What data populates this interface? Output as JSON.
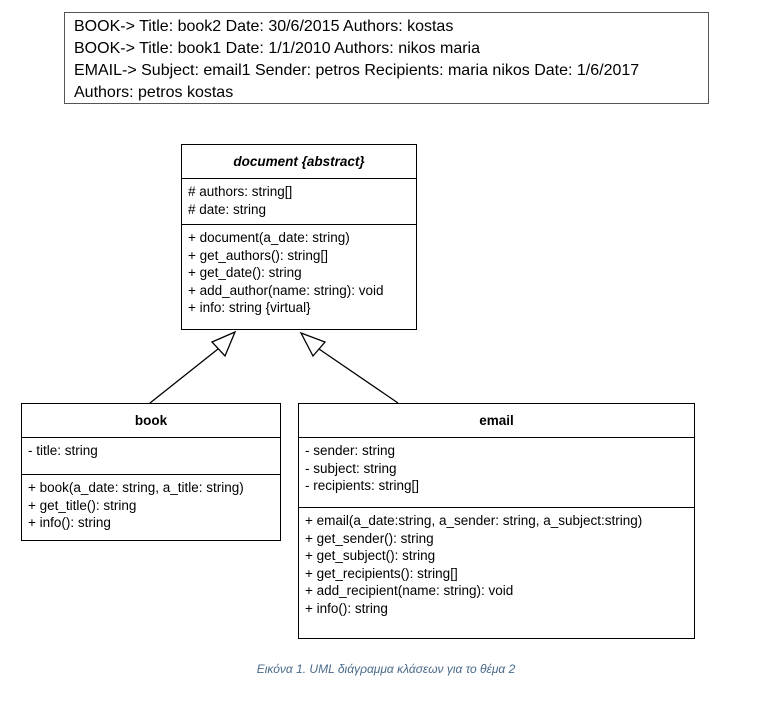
{
  "output": {
    "lines": [
      "BOOK-> Title: book2 Date: 30/6/2015 Authors: kostas",
      "BOOK-> Title: book1 Date: 1/1/2010 Authors: nikos maria",
      "EMAIL-> Subject: email1 Sender: petros Recipients: maria nikos Date: 1/6/2017",
      "Authors: petros kostas"
    ]
  },
  "classes": {
    "document": {
      "name": "document {abstract}",
      "attributes": [
        "# authors: string[]",
        "# date: string"
      ],
      "methods": [
        "+ document(a_date: string)",
        "+ get_authors(): string[]",
        "+ get_date(): string",
        "+ add_author(name: string): void",
        "+ info: string {virtual}"
      ]
    },
    "book": {
      "name": "book",
      "attributes": [
        "- title: string"
      ],
      "methods": [
        "+ book(a_date: string, a_title: string)",
        "+ get_title(): string",
        "+ info(): string"
      ]
    },
    "email": {
      "name": "email",
      "attributes": [
        "- sender: string",
        "- subject: string",
        "- recipients: string[]"
      ],
      "methods": [
        "+ email(a_date:string, a_sender: string, a_subject:string)",
        "+ get_sender(): string",
        "+ get_subject(): string",
        "+ get_recipients(): string[]",
        "+ add_recipient(name: string): void",
        "+ info(): string"
      ]
    }
  },
  "caption": "Εικόνα 1. UML διάγραμμα κλάσεων για το θέμα 2"
}
